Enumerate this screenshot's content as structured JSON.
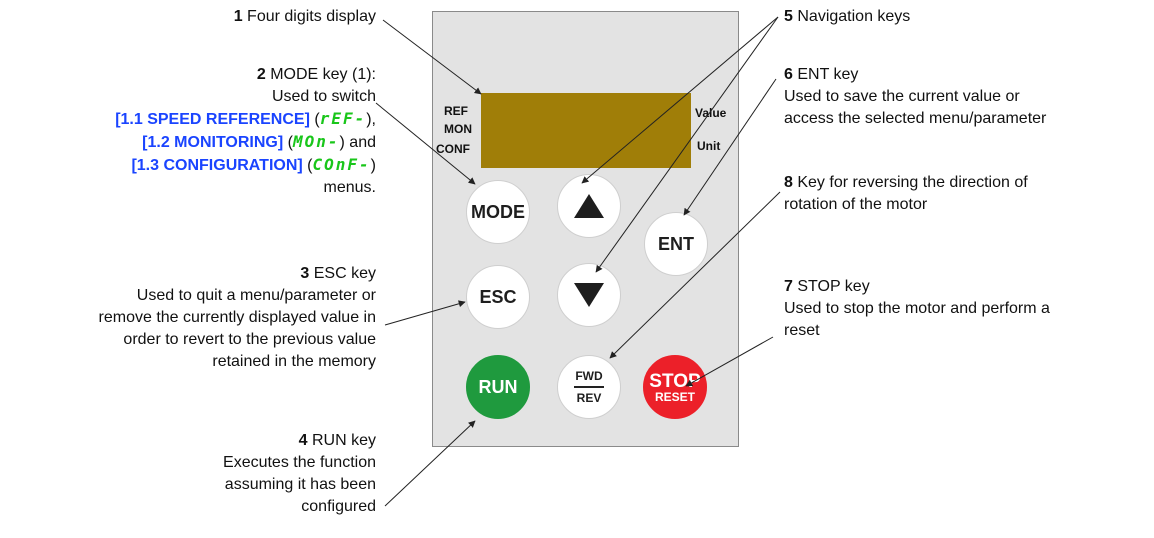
{
  "callouts": {
    "c1": {
      "num": "1",
      "text": "Four digits display"
    },
    "c2": {
      "num": "2",
      "line1": "MODE key (1):",
      "line2": "Used to switch",
      "speed": "[1.1 SPEED REFERENCE]",
      "speed_code": "rEF-",
      "monitoring": "[1.2 MONITORING]",
      "mon_code": "MOn-",
      "and": "and",
      "configuration": "[1.3 CONFIGURATION]",
      "conf_code": "COnF-",
      "line_last": "menus."
    },
    "c3": {
      "num": "3",
      "title": "ESC key",
      "lines": [
        "Used to quit a menu/parameter or",
        "remove the currently displayed value in",
        "order to revert to the previous value",
        "retained in the memory"
      ]
    },
    "c4": {
      "num": "4",
      "title": "RUN key",
      "lines": [
        "Executes the function",
        "assuming it has been",
        "configured"
      ]
    },
    "c5": {
      "num": "5",
      "title": "Navigation keys"
    },
    "c6": {
      "num": "6",
      "title": "ENT key",
      "lines": [
        "Used to save the current value or",
        "access the selected menu/parameter"
      ]
    },
    "c7": {
      "num": "7",
      "title": "STOP key",
      "lines": [
        "Used to stop the motor and perform a",
        "reset"
      ]
    },
    "c8": {
      "num": "8",
      "lines": [
        "Key for reversing the direction of",
        "rotation of the motor"
      ]
    }
  },
  "panel": {
    "left_labels": [
      "REF",
      "MON",
      "CONF"
    ],
    "right_labels": [
      "Value",
      "Unit"
    ],
    "keys": {
      "mode": "MODE",
      "esc": "ESC",
      "run": "RUN",
      "ent": "ENT",
      "fwd": "FWD",
      "rev": "REV",
      "stop": "STOP",
      "reset": "RESET",
      "up": "up-arrow-icon",
      "down": "down-arrow-icon"
    }
  },
  "colors": {
    "lcd": "#a07e08",
    "run": "#1f9a3e",
    "stop": "#ec2029",
    "menu_link": "#1a44ff",
    "menu_code": "#19c61a"
  }
}
